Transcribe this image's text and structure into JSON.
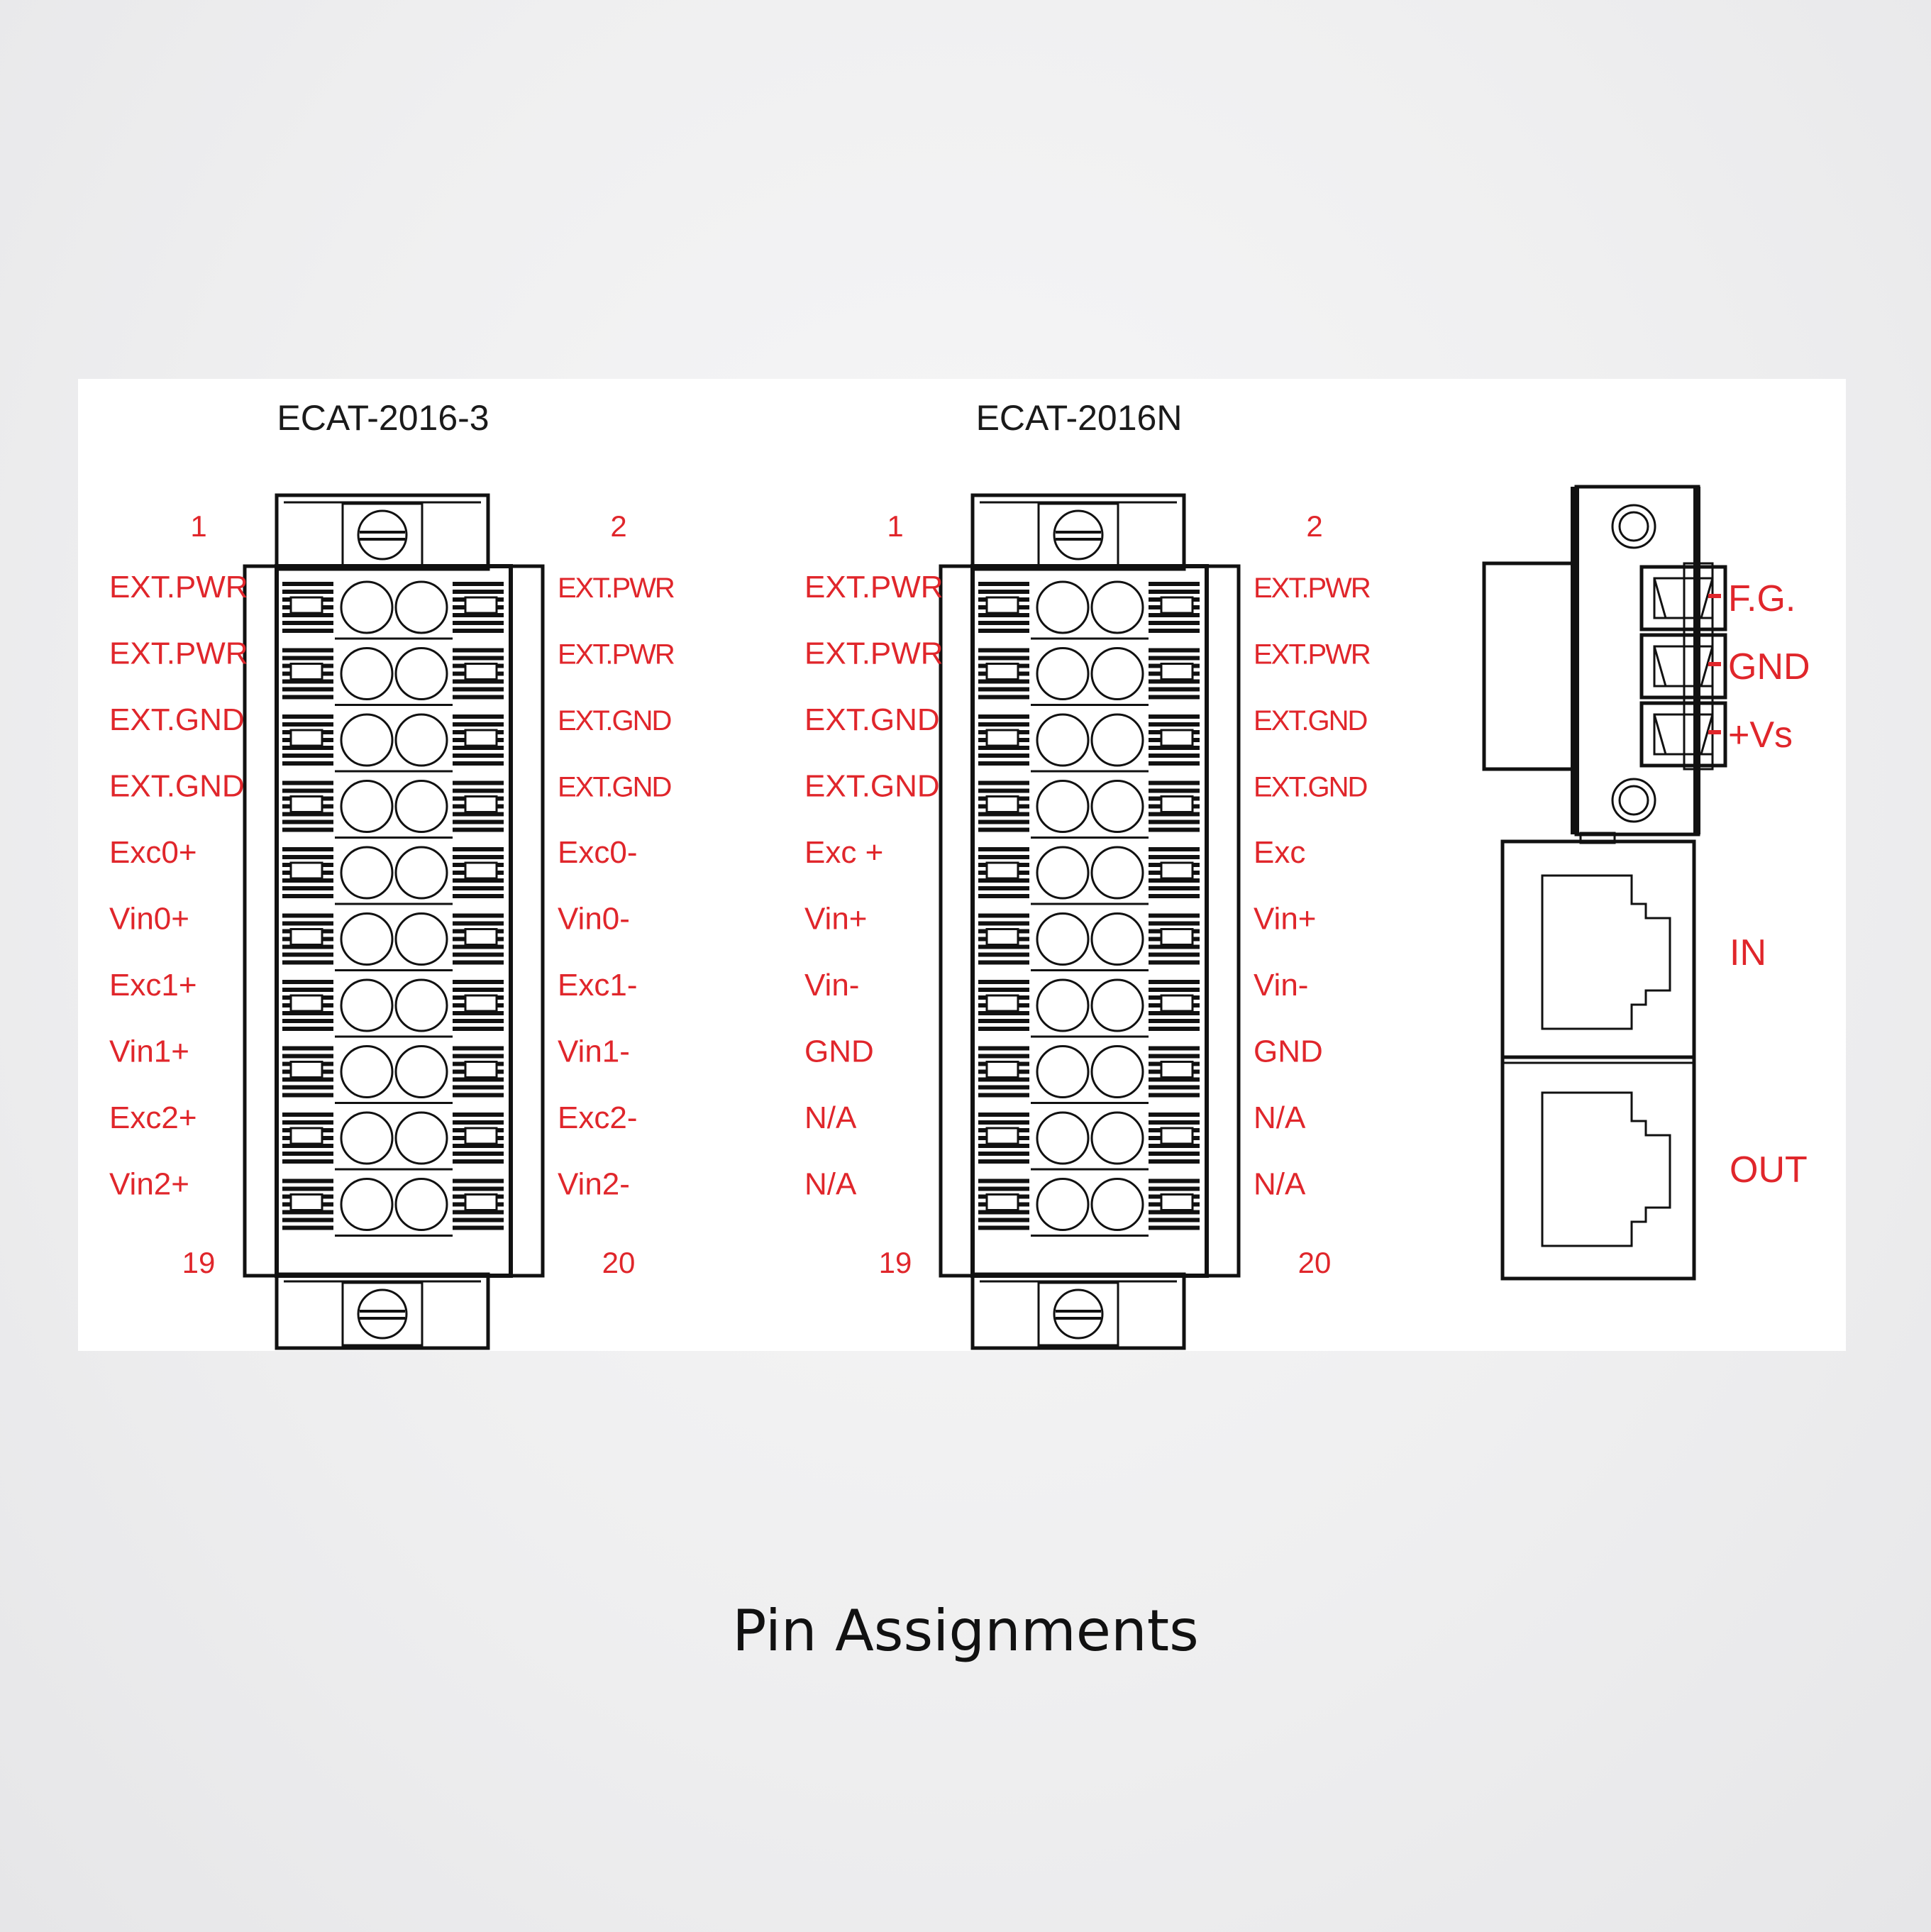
{
  "caption": "Pin Assignments",
  "left_module": {
    "title": "ECAT-2016-3",
    "top_left_pin": "1",
    "top_right_pin": "2",
    "bottom_left_pin": "19",
    "bottom_right_pin": "20",
    "left_labels": [
      "EXT.PWR",
      "EXT.PWR",
      "EXT.GND",
      "EXT.GND",
      "Exc0+",
      "Vin0+",
      "Exc1+",
      "Vin1+",
      "Exc2+",
      "Vin2+"
    ],
    "right_labels": [
      "EXT.PWR",
      "EXT.PWR",
      "EXT.GND",
      "EXT.GND",
      "Exc0-",
      "Vin0-",
      "Exc1-",
      "Vin1-",
      "Exc2-",
      "Vin2-"
    ]
  },
  "middle_module": {
    "title": "ECAT-2016N",
    "top_left_pin": "1",
    "top_right_pin": "2",
    "bottom_left_pin": "19",
    "bottom_right_pin": "20",
    "left_labels": [
      "EXT.PWR",
      "EXT.PWR",
      "EXT.GND",
      "EXT.GND",
      "Exc +",
      "Vin+",
      "Vin-",
      "GND",
      "N/A",
      "N/A"
    ],
    "right_labels": [
      "EXT.PWR",
      "EXT.PWR",
      "EXT.GND",
      "EXT.GND",
      "Exc",
      "Vin+",
      "Vin-",
      "GND",
      "N/A",
      "N/A"
    ]
  },
  "power_connector": {
    "labels": [
      "F.G.",
      "GND",
      "+Vs"
    ]
  },
  "ethernet": {
    "in_label": "IN",
    "out_label": "OUT"
  },
  "colors": {
    "label_red": "#e0262b",
    "line_black": "#111111"
  }
}
